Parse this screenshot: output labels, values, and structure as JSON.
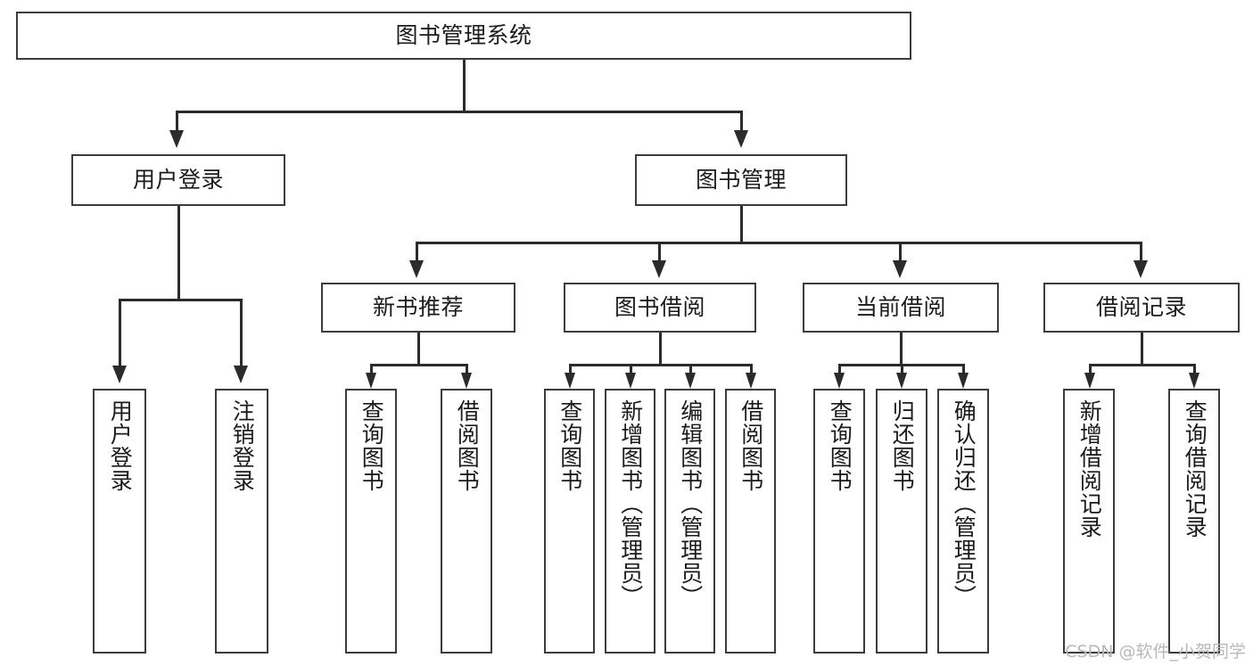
{
  "diagram": {
    "title": "图书管理系统",
    "root": {
      "label": "图书管理系统"
    },
    "level1": [
      {
        "label": "用户登录"
      },
      {
        "label": "图书管理"
      }
    ],
    "level2": [
      {
        "label": "新书推荐"
      },
      {
        "label": "图书借阅"
      },
      {
        "label": "当前借阅"
      },
      {
        "label": "借阅记录"
      }
    ],
    "leaves": {
      "user_login": [
        {
          "label": "用户登录"
        },
        {
          "label": "注销登录"
        }
      ],
      "new_book_recommend": [
        {
          "label": "查询图书"
        },
        {
          "label": "借阅图书"
        }
      ],
      "book_borrow": [
        {
          "label": "查询图书"
        },
        {
          "label": "新增图书（管理员）"
        },
        {
          "label": "编辑图书（管理员）"
        },
        {
          "label": "借阅图书"
        }
      ],
      "current_borrow": [
        {
          "label": "查询图书"
        },
        {
          "label": "归还图书"
        },
        {
          "label": "确认归还（管理员）"
        }
      ],
      "borrow_record": [
        {
          "label": "新增借阅记录"
        },
        {
          "label": "查询借阅记录"
        }
      ]
    }
  },
  "watermark": {
    "text": "CSDN @软件_小贺同学"
  },
  "colors": {
    "box_border": "#3c3c3c",
    "connector": "#2b2b2b",
    "background": "#ffffff",
    "text": "#1b1b1b",
    "watermark": "#b8b8b8"
  }
}
